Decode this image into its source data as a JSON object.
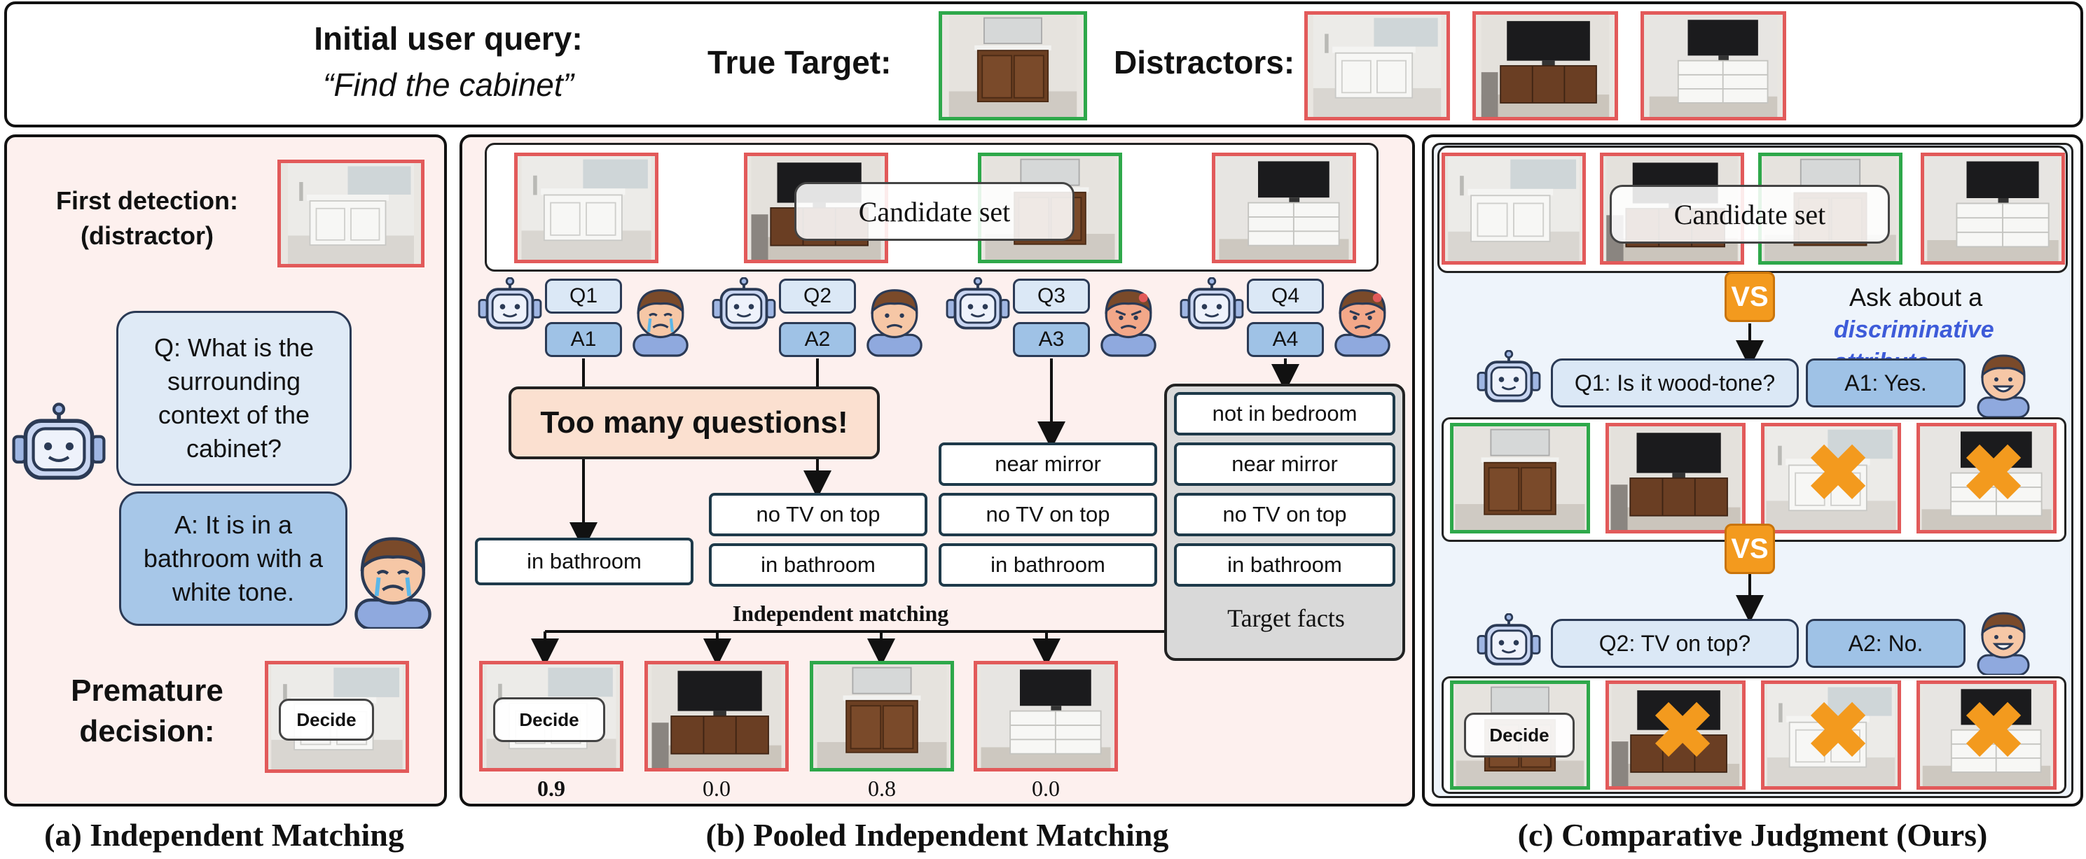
{
  "header": {
    "query_label": "Initial user query:",
    "query_text": "“Find the cabinet”",
    "true_target_label": "True Target:",
    "distractors_label": "Distractors:"
  },
  "panel_a": {
    "first_detection_line1": "First detection:",
    "first_detection_line2": "(distractor)",
    "question": "Q: What is the surrounding context of the cabinet?",
    "answer": "A: It is in a bathroom with a white tone.",
    "premature_line1": "Premature",
    "premature_line2": "decision:",
    "decide": "Decide",
    "caption": "(a) Independent Matching"
  },
  "panel_b": {
    "candidate_set": "Candidate set",
    "questions": [
      "Q1",
      "Q2",
      "Q3",
      "Q4"
    ],
    "answers": [
      "A1",
      "A2",
      "A3",
      "A4"
    ],
    "too_many": "Too many questions!",
    "facts_col1": [
      "in bathroom"
    ],
    "facts_col2": [
      "no TV on top",
      "in bathroom"
    ],
    "facts_col3": [
      "near mirror",
      "no TV on top",
      "in bathroom"
    ],
    "facts_col4": [
      "not in bedroom",
      "near mirror",
      "no TV on top",
      "in bathroom"
    ],
    "target_facts": "Target facts",
    "independent_matching": "Independent matching",
    "decide": "Decide",
    "scores": [
      "0.9",
      "0.0",
      "0.8",
      "0.0"
    ],
    "caption": "(b) Pooled Independent Matching"
  },
  "panel_c": {
    "candidate_set": "Candidate set",
    "vs": "VS",
    "ask_line1": "Ask about a",
    "ask_line2": "discriminative attribute",
    "q1": "Q1: Is it wood-tone?",
    "a1": "A1: Yes.",
    "q2": "Q2: TV on top?",
    "a2": "A2: No.",
    "decide": "Decide",
    "caption": "(c) Comparative Judgment (Ours)"
  },
  "colors": {
    "distractor_border": "#e25a5a",
    "target_border": "#2ea84a",
    "panel_a_bg": "#fdf0ee",
    "panel_b_bg": "#fdf0ee",
    "panel_c_bg": "#eef4fb",
    "vs_badge": "#f39a1e",
    "discriminative_text": "#3d5bd9"
  },
  "icons": [
    "robot-icon",
    "crying-user-icon",
    "sad-user-icon",
    "angry-user-icon",
    "happy-user-icon",
    "vs-icon",
    "x-mark-icon"
  ]
}
